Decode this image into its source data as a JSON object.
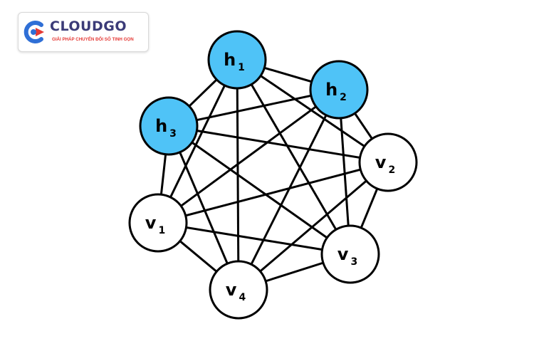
{
  "brand": {
    "name": "CLOUDGO",
    "tagline": "GIẢI PHÁP CHUYỂN ĐỔI SỐ TINH GỌN",
    "colors": {
      "name": "#3b3b78",
      "tagline": "#e53935",
      "mark_blue": "#2f6fd6",
      "mark_red": "#e53935"
    }
  },
  "graph": {
    "colors": {
      "hidden": "#4fc3f7",
      "visible": "#ffffff",
      "stroke": "#000000"
    },
    "nodes": [
      {
        "id": "h1",
        "base": "h",
        "sub": "1",
        "type": "hidden"
      },
      {
        "id": "h2",
        "base": "h",
        "sub": "2",
        "type": "hidden"
      },
      {
        "id": "h3",
        "base": "h",
        "sub": "3",
        "type": "hidden"
      },
      {
        "id": "v1",
        "base": "v",
        "sub": "1",
        "type": "visible"
      },
      {
        "id": "v2",
        "base": "v",
        "sub": "2",
        "type": "visible"
      },
      {
        "id": "v3",
        "base": "v",
        "sub": "3",
        "type": "visible"
      },
      {
        "id": "v4",
        "base": "v",
        "sub": "4",
        "type": "visible"
      }
    ],
    "edges": [
      [
        "h1",
        "h2"
      ],
      [
        "h1",
        "h3"
      ],
      [
        "h1",
        "v1"
      ],
      [
        "h1",
        "v2"
      ],
      [
        "h1",
        "v3"
      ],
      [
        "h1",
        "v4"
      ],
      [
        "h2",
        "h3"
      ],
      [
        "h2",
        "v1"
      ],
      [
        "h2",
        "v2"
      ],
      [
        "h2",
        "v3"
      ],
      [
        "h2",
        "v4"
      ],
      [
        "h3",
        "v1"
      ],
      [
        "h3",
        "v2"
      ],
      [
        "h3",
        "v3"
      ],
      [
        "h3",
        "v4"
      ],
      [
        "v1",
        "v2"
      ],
      [
        "v1",
        "v3"
      ],
      [
        "v1",
        "v4"
      ],
      [
        "v2",
        "v3"
      ],
      [
        "v2",
        "v4"
      ],
      [
        "v3",
        "v4"
      ]
    ]
  }
}
